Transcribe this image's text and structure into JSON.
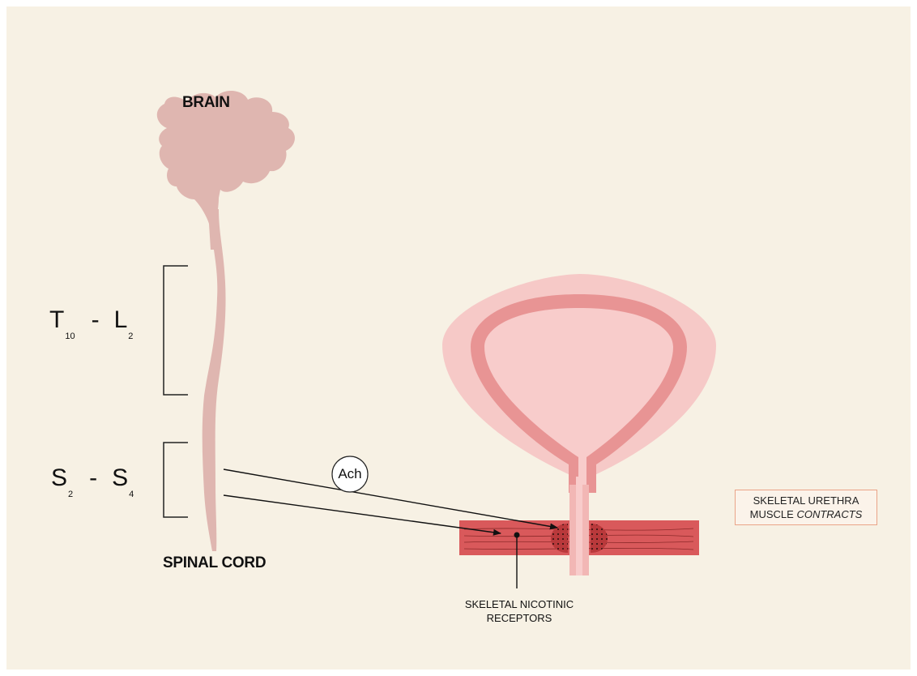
{
  "labels": {
    "brain": "BRAIN",
    "spinal_cord": "SPINAL CORD",
    "segment_thoracolumbar": {
      "a": "T",
      "a_sub": "10",
      "dash": "-",
      "b": "L",
      "b_sub": "2"
    },
    "segment_sacral": {
      "a": "S",
      "a_sub": "2",
      "dash": "-",
      "b": "S",
      "b_sub": "4"
    },
    "neurotransmitter": "Ach",
    "receptors_line1": "SKELETAL NICOTINIC",
    "receptors_line2": "RECEPTORS",
    "outcome_line1": "SKELETAL URETHRA",
    "outcome_line2_prefix": "MUSCLE ",
    "outcome_line2_italic": "CONTRACTS"
  },
  "colors": {
    "background": "#f7f1e4",
    "brain": "#dfb6b0",
    "bladder_outer": "#f6c9c7",
    "bladder_wall": "#e89494",
    "bladder_inner": "#f8cccb",
    "muscle": "#d9595b",
    "receptor": "#b9393b",
    "outcome_border": "#eaa488"
  }
}
